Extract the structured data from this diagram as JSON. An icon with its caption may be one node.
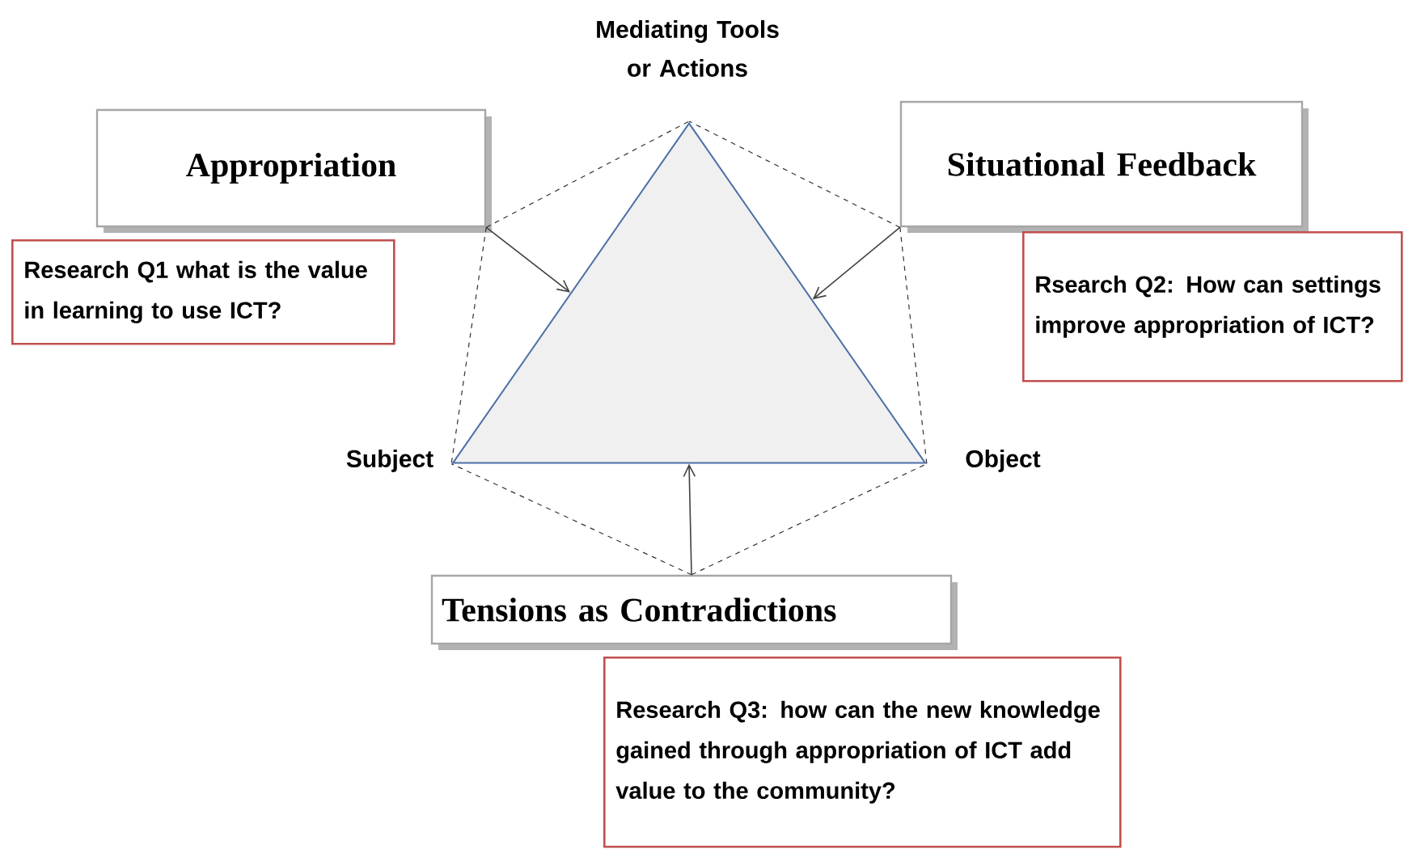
{
  "diagram": {
    "nodes": [
      {
        "text": [
          "Mediating Tools or Actions"
        ]
      },
      {
        "text": [
          "Appropriation"
        ]
      },
      {
        "text": [
          "Research Q1 what is the value in learning to use ICT?"
        ]
      },
      {
        "text": [
          "Situational Feedback"
        ]
      },
      {
        "text": [
          "Rsearch Q2: How can settings improve appropriation of ICT?"
        ]
      },
      {
        "text": [],
        "shape": "triangle"
      },
      {
        "text": [
          "Subject"
        ]
      },
      {
        "text": [
          "Object"
        ]
      },
      {
        "text": [
          "Tensions as Contradictions"
        ]
      },
      {
        "text": [
          "Research Q3: how can the new knowledge gained through appropriation of ICT add value to the community?"
        ]
      }
    ],
    "edges": [
      {
        "from": 1,
        "to": 5,
        "arrow": "to"
      },
      {
        "from": 1,
        "to": 5,
        "arrow": "none",
        "style": "dashed"
      },
      {
        "from": 1,
        "to": 5,
        "arrow": "none",
        "style": "dashed"
      },
      {
        "from": 3,
        "to": 5,
        "arrow": "to"
      },
      {
        "from": 3,
        "to": 5,
        "arrow": "none",
        "style": "dashed"
      },
      {
        "from": 3,
        "to": 5,
        "arrow": "none",
        "style": "dashed"
      },
      {
        "from": 8,
        "to": 5,
        "arrow": "to"
      },
      {
        "from": 8,
        "to": 5,
        "arrow": "none",
        "style": "dashed"
      },
      {
        "from": 8,
        "to": 5,
        "arrow": "none",
        "style": "dashed"
      }
    ]
  }
}
